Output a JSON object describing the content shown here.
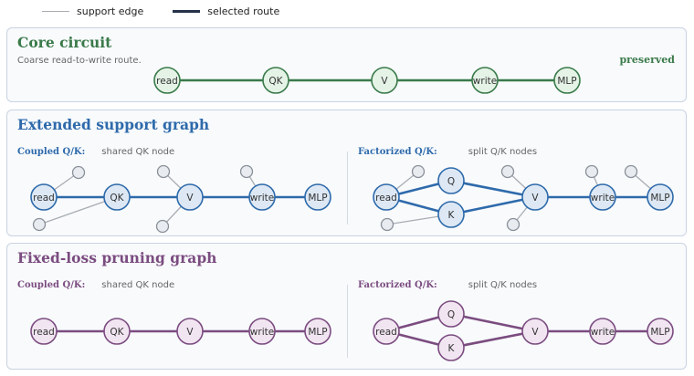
{
  "legend": {
    "support": "support edge",
    "selected": "selected route"
  },
  "colors": {
    "green": "#3a7a4a",
    "blue": "#2e6aab",
    "purple": "#7b4c80"
  },
  "core": {
    "title": "Core circuit",
    "desc": "Coarse read-to-write route.",
    "badge": "preserved",
    "nodes": [
      "read",
      "QK",
      "V",
      "write",
      "MLP"
    ]
  },
  "extended": {
    "title": "Extended support graph",
    "coupled": {
      "label": "Coupled Q/K:",
      "note": "shared QK node",
      "nodes": [
        "read",
        "QK",
        "V",
        "write",
        "MLP"
      ]
    },
    "factorized": {
      "label": "Factorized Q/K:",
      "note": "split Q/K nodes",
      "nodes": [
        "read",
        "Q",
        "K",
        "V",
        "write",
        "MLP"
      ]
    }
  },
  "pruning": {
    "title": "Fixed-loss pruning graph",
    "coupled": {
      "label": "Coupled Q/K:",
      "note": "shared QK node",
      "nodes": [
        "read",
        "QK",
        "V",
        "write",
        "MLP"
      ]
    },
    "factorized": {
      "label": "Factorized Q/K:",
      "note": "split Q/K nodes",
      "nodes": [
        "read",
        "Q",
        "K",
        "V",
        "write",
        "MLP"
      ]
    }
  }
}
